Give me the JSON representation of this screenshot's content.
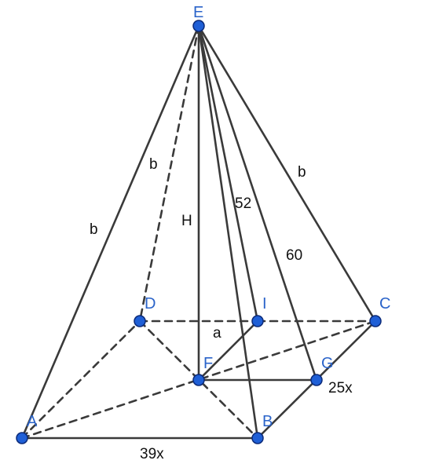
{
  "colors": {
    "edge": "#3a3a3a",
    "vertex_fill": "#1f5fd6",
    "vertex_stroke": "#0b2a78",
    "vertex_label": "#2a63c9",
    "measure_label": "#111111"
  },
  "vertices": {
    "E": "E",
    "D": "D",
    "I": "I",
    "C": "C",
    "F": "F",
    "G": "G",
    "A": "A",
    "B": "B"
  },
  "measurements": {
    "b_left_outer": "b",
    "b_left_inner": "b",
    "b_right": "b",
    "height": "H",
    "slant_EI": "52",
    "slant_EG": "60",
    "a": "a",
    "bc_segment": "25x",
    "ab_side": "39x"
  }
}
